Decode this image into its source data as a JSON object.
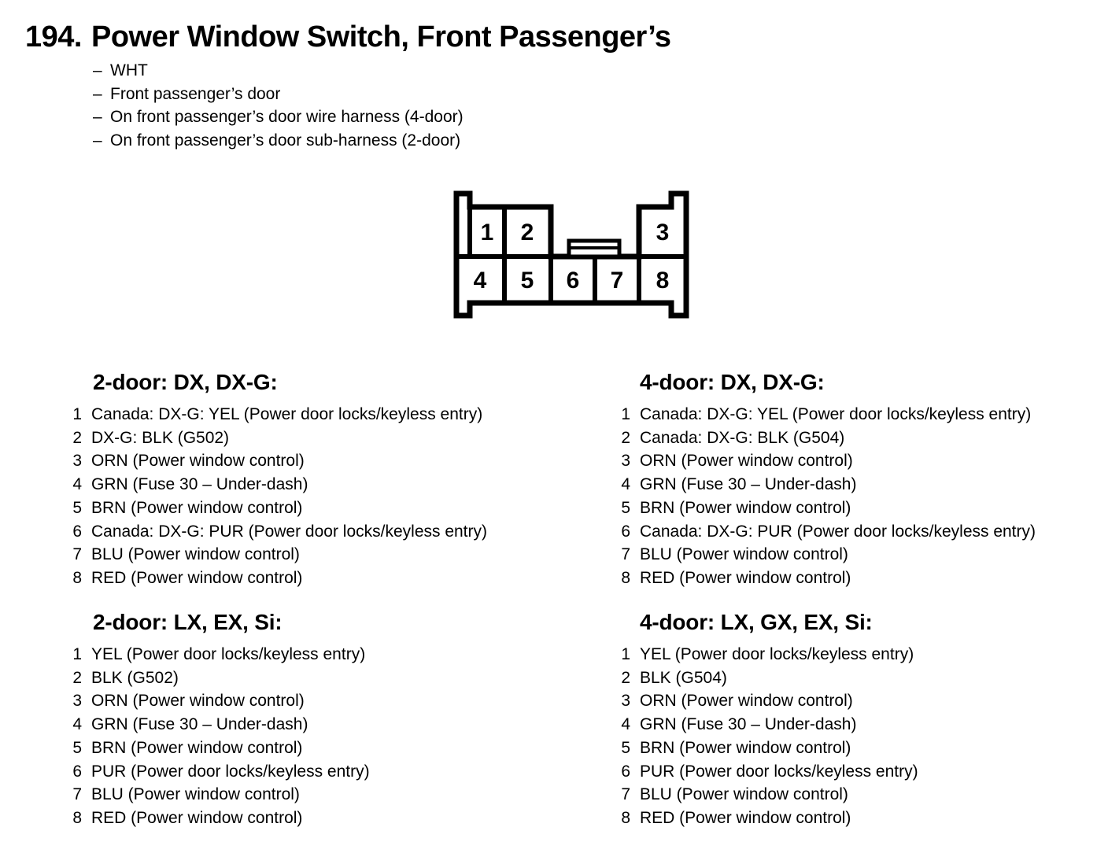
{
  "page": {
    "number": "194.",
    "title": "Power Window Switch, Front Passenger’s",
    "bullet_dash": "–",
    "bullets": [
      "WHT",
      "Front passenger’s door",
      "On front passenger’s door wire harness (4-door)",
      "On front passenger’s door sub-harness (2-door)"
    ]
  },
  "connector": {
    "label": "8-pin connector, pin side view",
    "top_row_pins": [
      "1",
      "2",
      "3"
    ],
    "bottom_row_pins": [
      "4",
      "5",
      "6",
      "7",
      "8"
    ]
  },
  "sections": [
    {
      "heading": "2-door: DX, DX-G:",
      "items": [
        {
          "num": "1",
          "desc": "Canada: DX-G: YEL (Power door locks/keyless entry)"
        },
        {
          "num": "2",
          "desc": "DX-G: BLK (G502)"
        },
        {
          "num": "3",
          "desc": "ORN (Power window control)"
        },
        {
          "num": "4",
          "desc": "GRN (Fuse 30 – Under-dash)"
        },
        {
          "num": "5",
          "desc": "BRN (Power window control)"
        },
        {
          "num": "6",
          "desc": "Canada: DX-G: PUR (Power door locks/keyless entry)"
        },
        {
          "num": "7",
          "desc": "BLU (Power window control)"
        },
        {
          "num": "8",
          "desc": "RED (Power window control)"
        }
      ]
    },
    {
      "heading": "4-door: DX, DX-G:",
      "items": [
        {
          "num": "1",
          "desc": "Canada: DX-G: YEL (Power door locks/keyless entry)"
        },
        {
          "num": "2",
          "desc": "Canada: DX-G: BLK (G504)"
        },
        {
          "num": "3",
          "desc": "ORN (Power window control)"
        },
        {
          "num": "4",
          "desc": "GRN (Fuse 30 – Under-dash)"
        },
        {
          "num": "5",
          "desc": "BRN (Power window control)"
        },
        {
          "num": "6",
          "desc": "Canada: DX-G: PUR (Power door locks/keyless entry)"
        },
        {
          "num": "7",
          "desc": "BLU (Power window control)"
        },
        {
          "num": "8",
          "desc": "RED (Power window control)"
        }
      ]
    },
    {
      "heading": "2-door: LX, EX, Si:",
      "items": [
        {
          "num": "1",
          "desc": "YEL (Power door locks/keyless entry)"
        },
        {
          "num": "2",
          "desc": "BLK (G502)"
        },
        {
          "num": "3",
          "desc": "ORN (Power window control)"
        },
        {
          "num": "4",
          "desc": "GRN (Fuse 30 – Under-dash)"
        },
        {
          "num": "5",
          "desc": "BRN (Power window control)"
        },
        {
          "num": "6",
          "desc": "PUR (Power door locks/keyless entry)"
        },
        {
          "num": "7",
          "desc": "BLU (Power window control)"
        },
        {
          "num": "8",
          "desc": "RED (Power window control)"
        }
      ]
    },
    {
      "heading": "4-door: LX, GX, EX, Si:",
      "items": [
        {
          "num": "1",
          "desc": "YEL (Power door locks/keyless entry)"
        },
        {
          "num": "2",
          "desc": "BLK (G504)"
        },
        {
          "num": "3",
          "desc": "ORN (Power window control)"
        },
        {
          "num": "4",
          "desc": "GRN (Fuse 30 – Under-dash)"
        },
        {
          "num": "5",
          "desc": "BRN (Power window control)"
        },
        {
          "num": "6",
          "desc": "PUR (Power door locks/keyless entry)"
        },
        {
          "num": "7",
          "desc": "BLU (Power window control)"
        },
        {
          "num": "8",
          "desc": "RED (Power window control)"
        }
      ]
    }
  ]
}
